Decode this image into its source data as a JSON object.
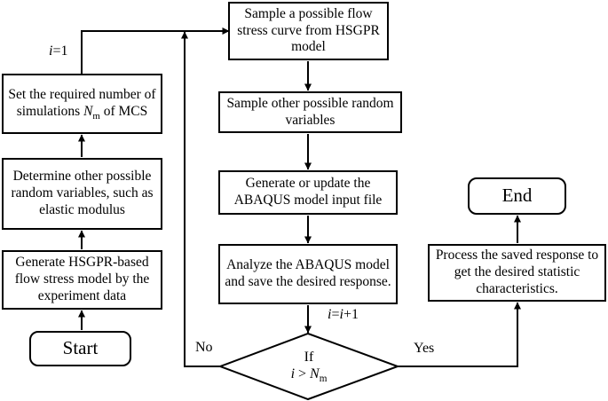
{
  "figure": {
    "type": "flowchart",
    "colors": {
      "stroke": "#000000",
      "background": "#ffffff",
      "text": "#000000"
    },
    "nodes": {
      "start": {
        "label": "Start"
      },
      "generate_model": {
        "label": "Generate HSGPR-based flow stress model by the experiment data"
      },
      "determine_vars": {
        "label": "Determine other possible random variables, such as elastic modulus"
      },
      "set_number": {
        "text_before": "Set the required number of simulations ",
        "var": "N",
        "var_sub": "m",
        "text_after": " of MCS"
      },
      "sample_flow": {
        "label": "Sample a possible flow stress curve from HSGPR model"
      },
      "sample_other": {
        "label": "Sample other possible random variables"
      },
      "generate_update": {
        "label": "Generate or update the ABAQUS model input file"
      },
      "analyze": {
        "label": "Analyze the ABAQUS model and save the desired response."
      },
      "decision": {
        "line1": "If",
        "var_i": "i",
        "comparator": " > ",
        "var_n": "N",
        "var_sub": "m"
      },
      "process": {
        "label": "Process the saved response to get the desired statistic characteristics."
      },
      "end": {
        "label": "End"
      }
    },
    "edge_labels": {
      "init": {
        "var": "i",
        "rest": "=1"
      },
      "increment": {
        "var1": "i",
        "eq": "=",
        "var2": "i",
        "rest": "+1"
      },
      "no": "No",
      "yes": "Yes"
    }
  }
}
